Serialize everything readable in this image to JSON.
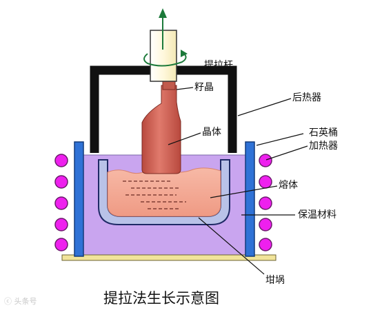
{
  "labels": {
    "seed_rod": "提拉杆",
    "seed_crystal": "籽晶",
    "after_heater": "后热器",
    "crystal": "晶体",
    "quartz_crucible": "石英桶",
    "heater": "加热器",
    "melt": "熔体",
    "insulation": "保温材料",
    "crucible": "坩埚"
  },
  "title": "提拉法生长示意图",
  "watermark": "ⓒ 头条号"
}
